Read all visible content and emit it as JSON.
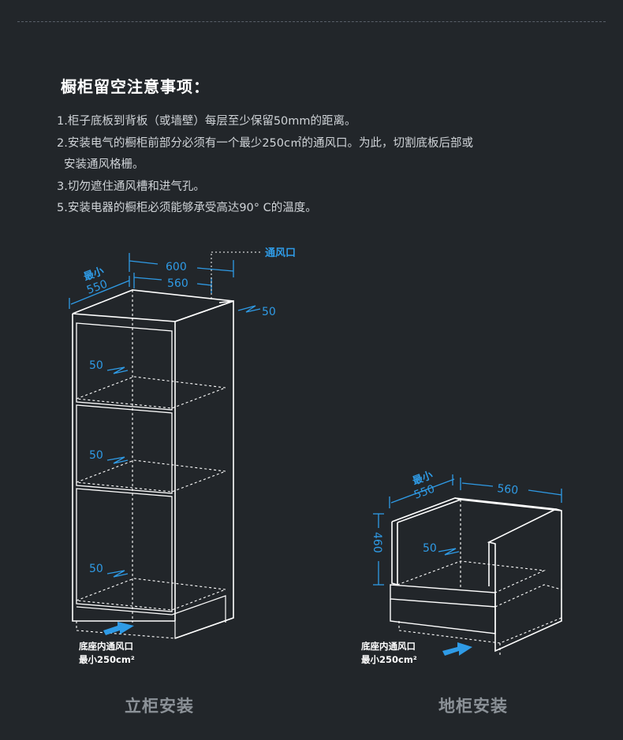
{
  "title": "橱柜留空注意事项：",
  "notes": [
    "1.柜子底板到背板（或墙壁）每层至少保留50mm的距离。",
    "2.安装电气的橱柜前部分必须有一个最少250c㎡的通风口。为此，切割底板后部或",
    "安装通风格栅。",
    "3.切勿遮住通风槽和进气孔。",
    "5.安装电器的橱柜必须能够承受高达90° C的温度。"
  ],
  "tall_cabinet": {
    "caption": "立柜安装",
    "min_label": "最小",
    "depth": "550",
    "width_outer": "600",
    "width_inner": "560",
    "vent_label": "通风口",
    "top_gap": "50",
    "shelf_gaps": [
      "50",
      "50",
      "50"
    ],
    "base_vent_line1": "底座内通风口",
    "base_vent_line2": "最小250cm²"
  },
  "base_cabinet": {
    "caption": "地柜安装",
    "min_label": "最小",
    "depth": "550",
    "width": "560",
    "height": "460",
    "shelf_gap": "50",
    "base_vent_line1": "底座内通风口",
    "base_vent_line2": "最小250cm²"
  },
  "colors": {
    "background": "#22262a",
    "line": "#ffffff",
    "dimension": "#2f9be6",
    "arrow": "#2f9be6"
  }
}
